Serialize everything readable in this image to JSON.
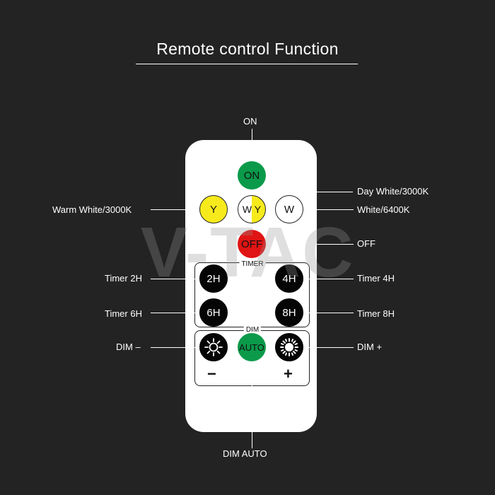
{
  "title": "Remote control Function",
  "watermark": "V-TAC",
  "buttons": {
    "on": "ON",
    "y": "Y",
    "wy": "W Y",
    "w": "W",
    "off": "OFF",
    "timer_2h": "2H",
    "timer_4h": "4H",
    "timer_6h": "6H",
    "timer_8h": "8H",
    "auto": "AUTO"
  },
  "panels": {
    "timer": "TIMER",
    "dim": "DIM",
    "minus": "−",
    "plus": "+"
  },
  "labels": {
    "on": "ON",
    "day_white": "Day White/3000K",
    "warm_white": "Warm White/3000K",
    "white": "White/6400K",
    "off": "OFF",
    "timer_2h": "Timer 2H",
    "timer_4h": "Timer 4H",
    "timer_6h": "Timer 6H",
    "timer_8h": "Timer 8H",
    "dim_minus": "DIM –",
    "dim_plus": "DIM +",
    "dim_auto": "DIM AUTO"
  },
  "colors": {
    "background": "#232323",
    "on": "#0a9a4a",
    "off": "#e01414",
    "yellow": "#f7ea1c",
    "auto": "#0a9a4a"
  }
}
